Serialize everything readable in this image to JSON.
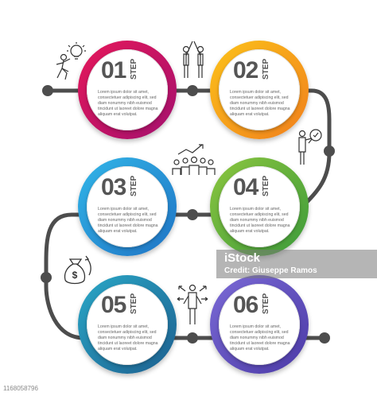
{
  "step_word": "STEP",
  "steps": [
    {
      "num": "01",
      "color_a": "#e5185a",
      "color_b": "#a3106e",
      "text": "Lorem ipsum dolor sit amet, consectetuer adipiscing elit, sed diam nonummy nibh euismod tincidunt ut laoreet dolore magna aliquam erat volutpat."
    },
    {
      "num": "02",
      "color_a": "#fcc21a",
      "color_b": "#f07f1c",
      "text": "Lorem ipsum dolor sit amet, consectetuer adipiscing elit, sed diam nonummy nibh euismod tincidunt ut laoreet dolore magna aliquam erat volutpat."
    },
    {
      "num": "03",
      "color_a": "#32b6e8",
      "color_b": "#1f73c4",
      "text": "Lorem ipsum dolor sit amet, consectetuer adipiscing elit, sed diam nonummy nibh euismod tincidunt ut laoreet dolore magna aliquam erat volutpat."
    },
    {
      "num": "04",
      "color_a": "#8cc63f",
      "color_b": "#3c9a3a",
      "text": "Lorem ipsum dolor sit amet, consectetuer adipiscing elit, sed diam nonummy nibh euismod tincidunt ut laoreet dolore magna aliquam erat volutpat."
    },
    {
      "num": "05",
      "color_a": "#2aa8c7",
      "color_b": "#1d5f8f",
      "text": "Lorem ipsum dolor sit amet, consectetuer adipiscing elit, sed diam nonummy nibh euismod tincidunt ut laoreet dolore magna aliquam erat volutpat."
    },
    {
      "num": "06",
      "color_a": "#7b6ad6",
      "color_b": "#4b3aa6",
      "text": "Lorem ipsum dolor sit amet, consectetuer adipiscing elit, sed diam nonummy nibh euismod tincidunt ut laoreet dolore magna aliquam erat volutpat."
    }
  ],
  "icons": [
    "runner-with-lightbulb-icon",
    "business-partners-high-five-icon",
    "person-with-magnifier-icon",
    "team-with-growth-chart-icon",
    "money-bag-cycle-icon",
    "person-with-directions-icon"
  ],
  "path_color": "#4d4d4d",
  "watermark": {
    "brand": "iStock",
    "credit": "Credit: Giuseppe Ramos"
  },
  "stock_id": "1168058796"
}
